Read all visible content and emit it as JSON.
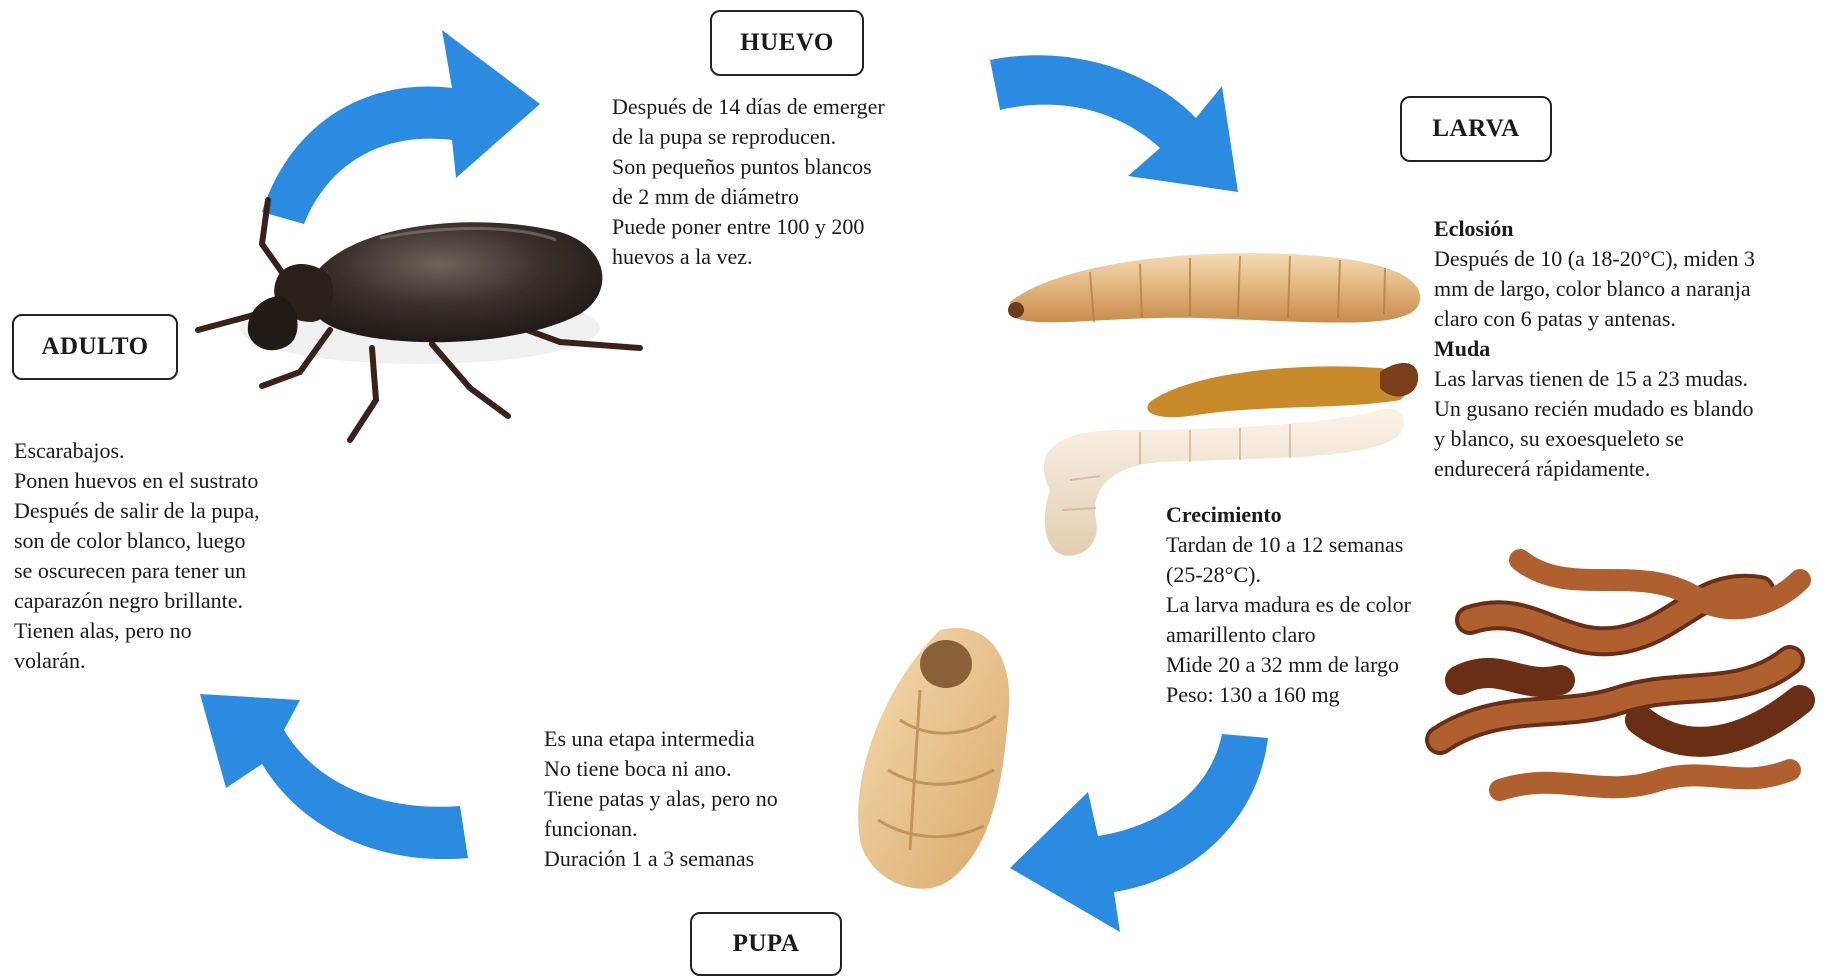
{
  "stages": {
    "huevo": {
      "label": "HUEVO",
      "lines": [
        "Después de 14 días de emerger",
        "de la pupa se reproducen.",
        "Son pequeños puntos blancos",
        "de 2 mm de diámetro",
        "Puede poner entre 100 y 200",
        "huevos a la vez."
      ]
    },
    "larva": {
      "label": "LARVA",
      "eclosion": {
        "heading": "Eclosión",
        "lines": [
          "Después de 10 (a 18-20°C), miden 3",
          "mm de largo, color blanco a naranja",
          "claro con 6 patas y antenas."
        ]
      },
      "muda": {
        "heading": "Muda",
        "lines": [
          "Las larvas tienen de 15 a 23 mudas.",
          "Un gusano recién mudado es blando",
          "y blanco, su exoesqueleto se",
          "endurecerá rápidamente."
        ]
      },
      "crecimiento": {
        "heading": "Crecimiento",
        "lines": [
          "Tardan de 10 a 12 semanas",
          "(25-28°C).",
          "La larva madura es de color",
          "amarillento claro",
          "Mide 20 a 32 mm de largo",
          "Peso: 130 a 160 mg"
        ]
      }
    },
    "pupa": {
      "label": "PUPA",
      "lines": [
        "Es una etapa intermedia",
        "No tiene boca ni ano.",
        "Tiene patas y alas, pero no",
        "funcionan.",
        "Duración 1 a 3 semanas"
      ]
    },
    "adulto": {
      "label": "ADULTO",
      "lines": [
        "Escarabajos.",
        "Ponen huevos en el sustrato",
        "Después de salir de la pupa,",
        "son de color blanco, luego",
        "se oscurecen para tener un",
        "caparazón negro brillante.",
        "Tienen alas, pero no",
        "volarán."
      ]
    }
  },
  "colors": {
    "arrow": "#2a8be0",
    "beetle": "#3a2f2b",
    "larva_light": "#e9c79a",
    "larva_molt": "#f1e4d2",
    "mealworm": "#8a4320",
    "pupa": "#e8c490"
  },
  "icons": [
    "cycle-arrow-icon",
    "beetle-icon",
    "larva-icon",
    "molting-larva-icon",
    "mealworms-icon",
    "pupa-icon"
  ]
}
